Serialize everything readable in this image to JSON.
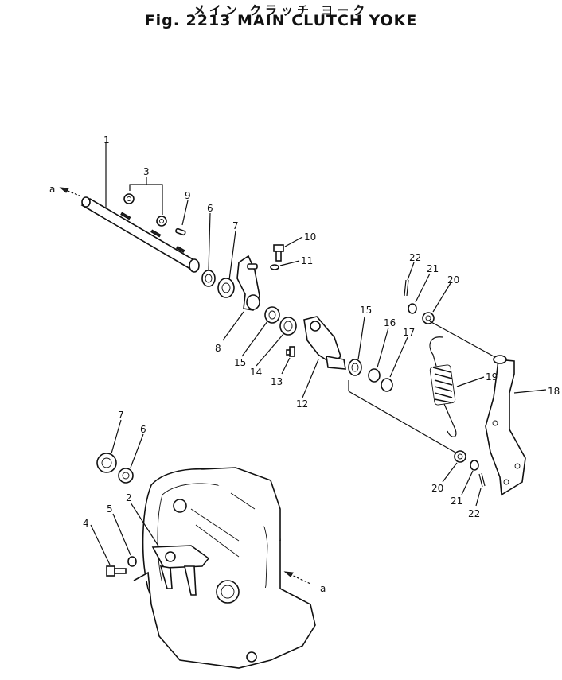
{
  "title_jp": "メイン クラッチ ヨーク",
  "title_en": "Fig. 2213 MAIN CLUTCH YOKE",
  "ref_marks": {
    "left": "a",
    "right": "a"
  },
  "callouts": {
    "c1": "1",
    "c3": "3",
    "c9": "9",
    "c6a": "6",
    "c7a": "7",
    "c10": "10",
    "c11": "11",
    "c8": "8",
    "c15a": "15",
    "c14": "14",
    "c13": "13",
    "c12": "12",
    "c15b": "15",
    "c16": "16",
    "c17": "17",
    "c22a": "22",
    "c21a": "21",
    "c20a": "20",
    "c19": "19",
    "c18": "18",
    "c20b": "20",
    "c21b": "21",
    "c22b": "22",
    "c7b": "7",
    "c6b": "6",
    "c2": "2",
    "c5": "5",
    "c4": "4"
  }
}
